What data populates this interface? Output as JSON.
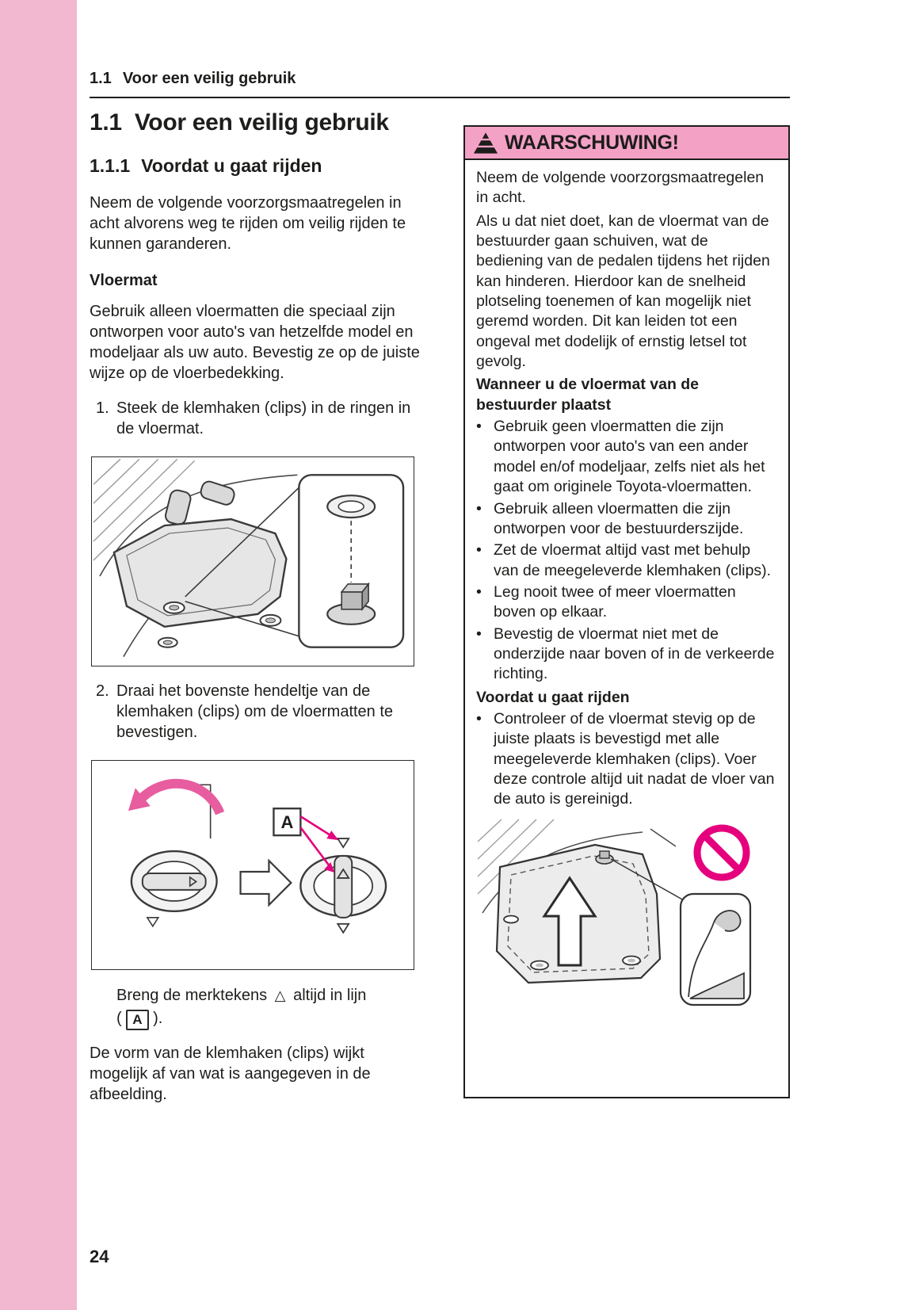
{
  "page": {
    "running_header_number": "1.1",
    "running_header_text": "Voor een veilig gebruik",
    "page_number": "24"
  },
  "left": {
    "title_number": "1.1",
    "title_text": "Voor een veilig gebruik",
    "subtitle_number": "1.1.1",
    "subtitle_text": "Voordat u gaat rijden",
    "intro": "Neem de volgende voorzorgsmaatregelen in acht alvorens weg te rijden om veilig rijden te kunnen garanderen.",
    "vloermat_heading": "Vloermat",
    "vloermat_body": "Gebruik alleen vloermatten die speciaal zijn ontworpen voor auto's van hetzelfde model en modeljaar als uw auto. Bevestig ze op de juiste wijze op de vloerbedekking.",
    "steps": [
      {
        "num": "1.",
        "text": "Steek de klemhaken (clips) in de ringen in de vloermat."
      },
      {
        "num": "2.",
        "text": "Draai het bovenste hendeltje van de klemhaken (clips) om de vloermatten te bevestigen."
      }
    ],
    "figure_label": "A",
    "caption": {
      "pre": "Breng de merktekens",
      "triangle": "△",
      "post": "altijd in lijn",
      "open": "(",
      "a": "A",
      "close": ")."
    },
    "note": "De vorm van de klemhaken (clips) wijkt mogelijk af van wat is aangegeven in de afbeelding."
  },
  "warning": {
    "title": "WAARSCHUWING!",
    "bullet": "•",
    "p1": "Neem de volgende voorzorgsmaatregelen in acht.",
    "p2": "Als u dat niet doet, kan de vloermat van de bestuurder gaan schuiven, wat de bediening van de pedalen tijdens het rijden kan hinderen. Hierdoor kan de snelheid plotseling toenemen of kan mogelijk niet geremd worden. Dit kan leiden tot een ongeval met dodelijk of ernstig letsel tot gevolg.",
    "h1": "Wanneer u de vloermat van de bestuurder plaatst",
    "bullets1": [
      "Gebruik geen vloermatten die zijn ontworpen voor auto's van een ander model en/of modeljaar, zelfs niet als het gaat om originele Toyota-vloermatten.",
      "Gebruik alleen vloermatten die zijn ontworpen voor de bestuurderszijde.",
      "Zet de vloermat altijd vast met behulp van de meegeleverde klemhaken (clips).",
      "Leg nooit twee of meer vloermatten boven op elkaar.",
      "Bevestig de vloermat niet met de onderzijde naar boven of in de verkeerde richting."
    ],
    "h2": "Voordat u gaat rijden",
    "bullets2": [
      "Controleer of de vloermat stevig op de juiste plaats is bevestigd met alle meegeleverde klemhaken (clips). Voer deze controle altijd uit nadat de vloer van de auto is gereinigd."
    ]
  },
  "colors": {
    "stripe_pink": "#f1b8d0",
    "warning_header_pink": "#f4a1c6",
    "accent_magenta": "#e5007d"
  }
}
